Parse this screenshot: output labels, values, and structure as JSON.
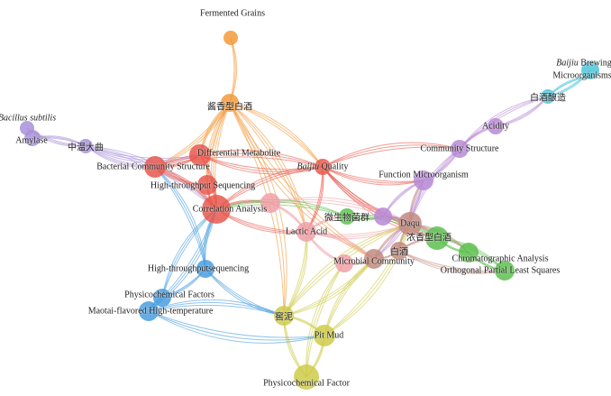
{
  "clusters": {
    "red": "#e8584e",
    "orange": "#f39a3a",
    "purple": "#b98ad6",
    "pink": "#f0a0a8",
    "green": "#5cbf4e",
    "brown": "#c28a80",
    "cyan": "#4fc4d8",
    "blue": "#4a9ee0",
    "yellow": "#cfcb4a",
    "lavender": "#a890d8"
  },
  "nodes": [
    {
      "id": "fg",
      "label": "Fermented Grains",
      "cluster": "orange"
    },
    {
      "id": "jx",
      "label": "酱香型白酒",
      "cluster": "orange"
    },
    {
      "id": "bs",
      "label_italic": "Bacillus subtilis",
      "label": "",
      "cluster": "lavender"
    },
    {
      "id": "am",
      "label": "Amylase",
      "cluster": "lavender"
    },
    {
      "id": "zw",
      "label": "中温大曲",
      "cluster": "lavender"
    },
    {
      "id": "dm",
      "label": "Differential Metabolite",
      "cluster": "red"
    },
    {
      "id": "bcs",
      "label": "Bacterial Community Structure",
      "cluster": "red"
    },
    {
      "id": "hts",
      "label": "High-throughput Sequencing",
      "cluster": "red"
    },
    {
      "id": "ca",
      "label": "Correlation Analysis",
      "cluster": "red"
    },
    {
      "id": "bq",
      "label_italic": "Baijiu",
      "label": " Quality",
      "cluster": "red"
    },
    {
      "id": "la",
      "label": "Lactic Acid",
      "cluster": "pink"
    },
    {
      "id": "wsw",
      "label": "微生物菌群",
      "cluster": "green"
    },
    {
      "id": "dq",
      "label": "Daqu",
      "cluster": "brown"
    },
    {
      "id": "nx",
      "label": "浓香型白酒",
      "cluster": "green"
    },
    {
      "id": "bj",
      "label": "白酒",
      "cluster": "brown"
    },
    {
      "id": "mc",
      "label": "Microbial Community",
      "cluster": "brown"
    },
    {
      "id": "fm",
      "label": "Function Microorganism",
      "cluster": "purple"
    },
    {
      "id": "cs",
      "label": "Community Structure",
      "cluster": "purple"
    },
    {
      "id": "ac",
      "label": "Acidity",
      "cluster": "purple"
    },
    {
      "id": "bn",
      "label": "白酒酿造",
      "cluster": "cyan"
    },
    {
      "id": "bbm",
      "label_italic": "Baijiu",
      "label": " Brewing",
      "cluster": "cyan"
    },
    {
      "id": "mo",
      "label": "Microorganisms",
      "cluster": "cyan"
    },
    {
      "id": "cha",
      "label": "Chromatographic Analysis",
      "cluster": "green"
    },
    {
      "id": "opls",
      "label": "Orthogonal Partial Least Squares",
      "cluster": "green"
    },
    {
      "id": "hts2",
      "label": "High-throughputsequencing",
      "cluster": "blue"
    },
    {
      "id": "pfs",
      "label": "Physicochemical Factors",
      "cluster": "blue"
    },
    {
      "id": "mt",
      "label": "Maotai-flavored High-temperature",
      "cluster": "blue"
    },
    {
      "id": "jn",
      "label": "窖泥",
      "cluster": "yellow"
    },
    {
      "id": "pm",
      "label": "Pit Mud",
      "cluster": "yellow"
    },
    {
      "id": "pf",
      "label": "Physicochemical Factor",
      "cluster": "yellow"
    },
    {
      "id": "p1",
      "label": "",
      "cluster": "pink"
    },
    {
      "id": "p2",
      "label": "",
      "cluster": "purple"
    },
    {
      "id": "p3",
      "label": "",
      "cluster": "pink"
    }
  ],
  "edges": [
    [
      "fg",
      "jx"
    ],
    [
      "jx",
      "dm"
    ],
    [
      "jx",
      "bcs"
    ],
    [
      "jx",
      "ca"
    ],
    [
      "jx",
      "bq"
    ],
    [
      "jx",
      "hts"
    ],
    [
      "jx",
      "la"
    ],
    [
      "jx",
      "mc"
    ],
    [
      "jx",
      "jn"
    ],
    [
      "bs",
      "zw"
    ],
    [
      "am",
      "zw"
    ],
    [
      "zw",
      "bcs"
    ],
    [
      "zw",
      "ca"
    ],
    [
      "zw",
      "dm"
    ],
    [
      "dm",
      "bcs"
    ],
    [
      "dm",
      "bq"
    ],
    [
      "dm",
      "ca"
    ],
    [
      "bcs",
      "hts"
    ],
    [
      "bcs",
      "ca"
    ],
    [
      "hts",
      "ca"
    ],
    [
      "ca",
      "bq"
    ],
    [
      "ca",
      "la"
    ],
    [
      "ca",
      "p1"
    ],
    [
      "bq",
      "dq"
    ],
    [
      "bq",
      "cs"
    ],
    [
      "bq",
      "fm"
    ],
    [
      "bq",
      "la"
    ],
    [
      "bq",
      "nx"
    ],
    [
      "bcs",
      "bq"
    ],
    [
      "la",
      "p1"
    ],
    [
      "la",
      "mc"
    ],
    [
      "la",
      "dq"
    ],
    [
      "la",
      "wsw"
    ],
    [
      "la",
      "p3"
    ],
    [
      "p1",
      "dq"
    ],
    [
      "wsw",
      "p2"
    ],
    [
      "wsw",
      "nx"
    ],
    [
      "wsw",
      "ca"
    ],
    [
      "dq",
      "nx"
    ],
    [
      "dq",
      "bj"
    ],
    [
      "dq",
      "fm"
    ],
    [
      "dq",
      "mc"
    ],
    [
      "bj",
      "nx"
    ],
    [
      "mc",
      "bj"
    ],
    [
      "mc",
      "p3"
    ],
    [
      "fm",
      "cs"
    ],
    [
      "cs",
      "ac"
    ],
    [
      "ac",
      "bn"
    ],
    [
      "cs",
      "bn"
    ],
    [
      "bn",
      "bbm"
    ],
    [
      "bn",
      "mo"
    ],
    [
      "fm",
      "p2"
    ],
    [
      "p2",
      "dq"
    ],
    [
      "cs",
      "dq"
    ],
    [
      "fm",
      "mc"
    ],
    [
      "nx",
      "cha"
    ],
    [
      "nx",
      "opls"
    ],
    [
      "cha",
      "opls"
    ],
    [
      "dq",
      "cha"
    ],
    [
      "bj",
      "opls"
    ],
    [
      "hts2",
      "ca"
    ],
    [
      "hts2",
      "bcs"
    ],
    [
      "pfs",
      "ca"
    ],
    [
      "mt",
      "ca"
    ],
    [
      "hts2",
      "pfs"
    ],
    [
      "pfs",
      "mt"
    ],
    [
      "mt",
      "jn"
    ],
    [
      "hts2",
      "jn"
    ],
    [
      "jn",
      "pm"
    ],
    [
      "jn",
      "pf"
    ],
    [
      "pm",
      "pf"
    ],
    [
      "jn",
      "la"
    ],
    [
      "pm",
      "mc"
    ],
    [
      "jn",
      "mc"
    ],
    [
      "pf",
      "p3"
    ],
    [
      "pm",
      "dq"
    ],
    [
      "jn",
      "dq"
    ],
    [
      "mt",
      "pm"
    ]
  ]
}
